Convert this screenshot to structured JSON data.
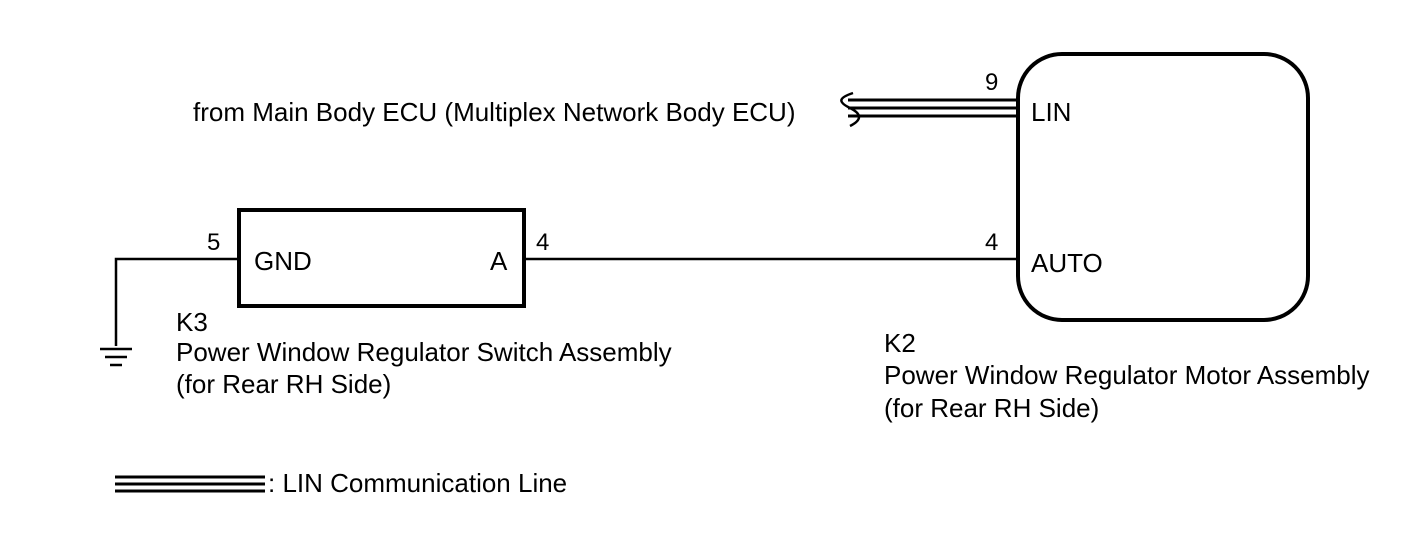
{
  "motor": {
    "id": "K2",
    "name": "Power Window Regulator Motor Assembly",
    "side": "(for Rear RH Side)",
    "terminals": [
      {
        "pin": "9",
        "label": "LIN"
      },
      {
        "pin": "4",
        "label": "AUTO"
      }
    ]
  },
  "switch": {
    "id": "K3",
    "name": "Power Window Regulator Switch Assembly",
    "side": "(for Rear RH Side)",
    "terminals": [
      {
        "pin": "5",
        "label": "GND"
      },
      {
        "pin": "4",
        "label": "A"
      }
    ]
  },
  "source_label": "from Main Body ECU (Multiplex Network Body ECU)",
  "legend": {
    "lin_line_label": ": LIN Communication Line"
  }
}
